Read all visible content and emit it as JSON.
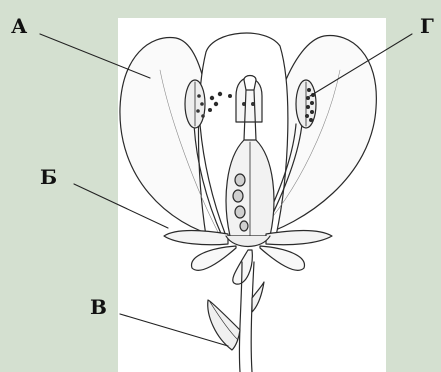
{
  "labels": {
    "a": "А",
    "b": "Б",
    "v": "В",
    "g": "Г"
  },
  "colors": {
    "background": "#d4e0d0",
    "panel": "#ffffff",
    "ink": "#2a2a2a"
  }
}
